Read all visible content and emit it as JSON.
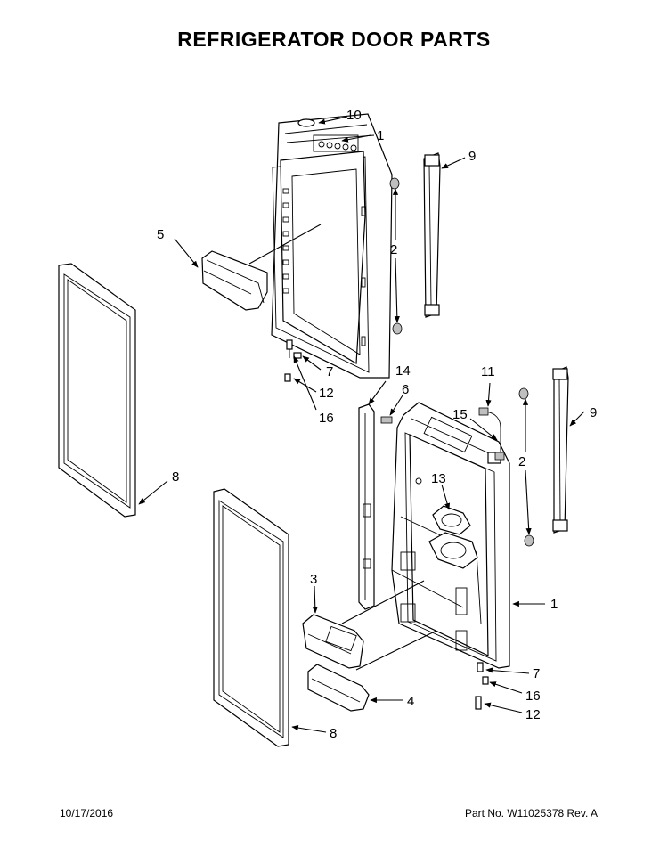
{
  "title": "REFRIGERATOR DOOR PARTS",
  "footer": {
    "date": "10/17/2016",
    "part_info": "Part No.  W11025378   Rev.  A"
  },
  "callouts": {
    "c1_top": "1",
    "c1_bottom": "1",
    "c2_top": "2",
    "c2_bottom": "2",
    "c3": "3",
    "c4": "4",
    "c5": "5",
    "c6": "6",
    "c7_top": "7",
    "c7_bottom": "7",
    "c8_left": "8",
    "c8_bottom": "8",
    "c9_top": "9",
    "c9_bottom": "9",
    "c10": "10",
    "c11": "11",
    "c12_top": "12",
    "c12_bottom": "12",
    "c13": "13",
    "c14": "14",
    "c15": "15",
    "c16_top": "16",
    "c16_bottom": "16"
  }
}
